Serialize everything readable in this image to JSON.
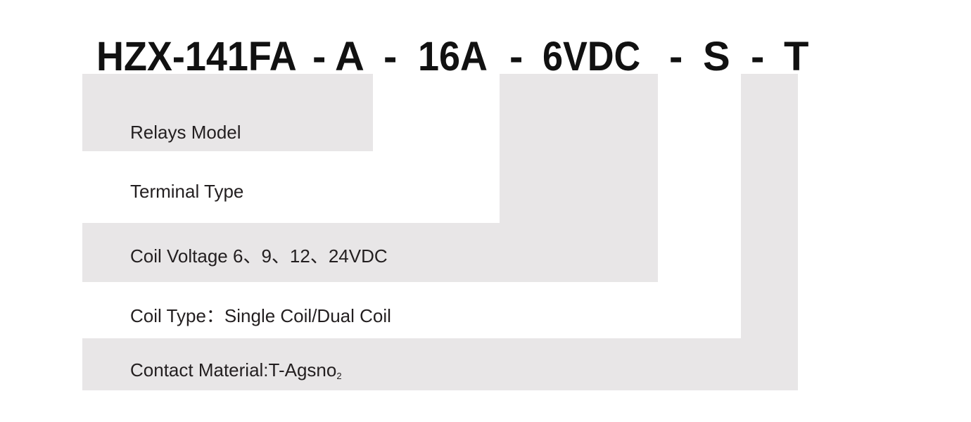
{
  "title_segments": [
    "HZX-141FA",
    "-",
    "A",
    "-",
    "16A",
    "-",
    "6VDC",
    "-",
    "S",
    "-",
    "T"
  ],
  "labels": {
    "relays_model": "Relays Model",
    "terminal_type": "Terminal Type",
    "coil_voltage": "Coil Voltage 6、9、12、24VDC",
    "coil_type": "Coil Type：Single Coil/Dual Coil",
    "contact_material": "Contact Material:T-Agsno",
    "contact_material_subscript": "2"
  },
  "colors": {
    "box": "#e8e6e7",
    "text": "#231f20"
  }
}
